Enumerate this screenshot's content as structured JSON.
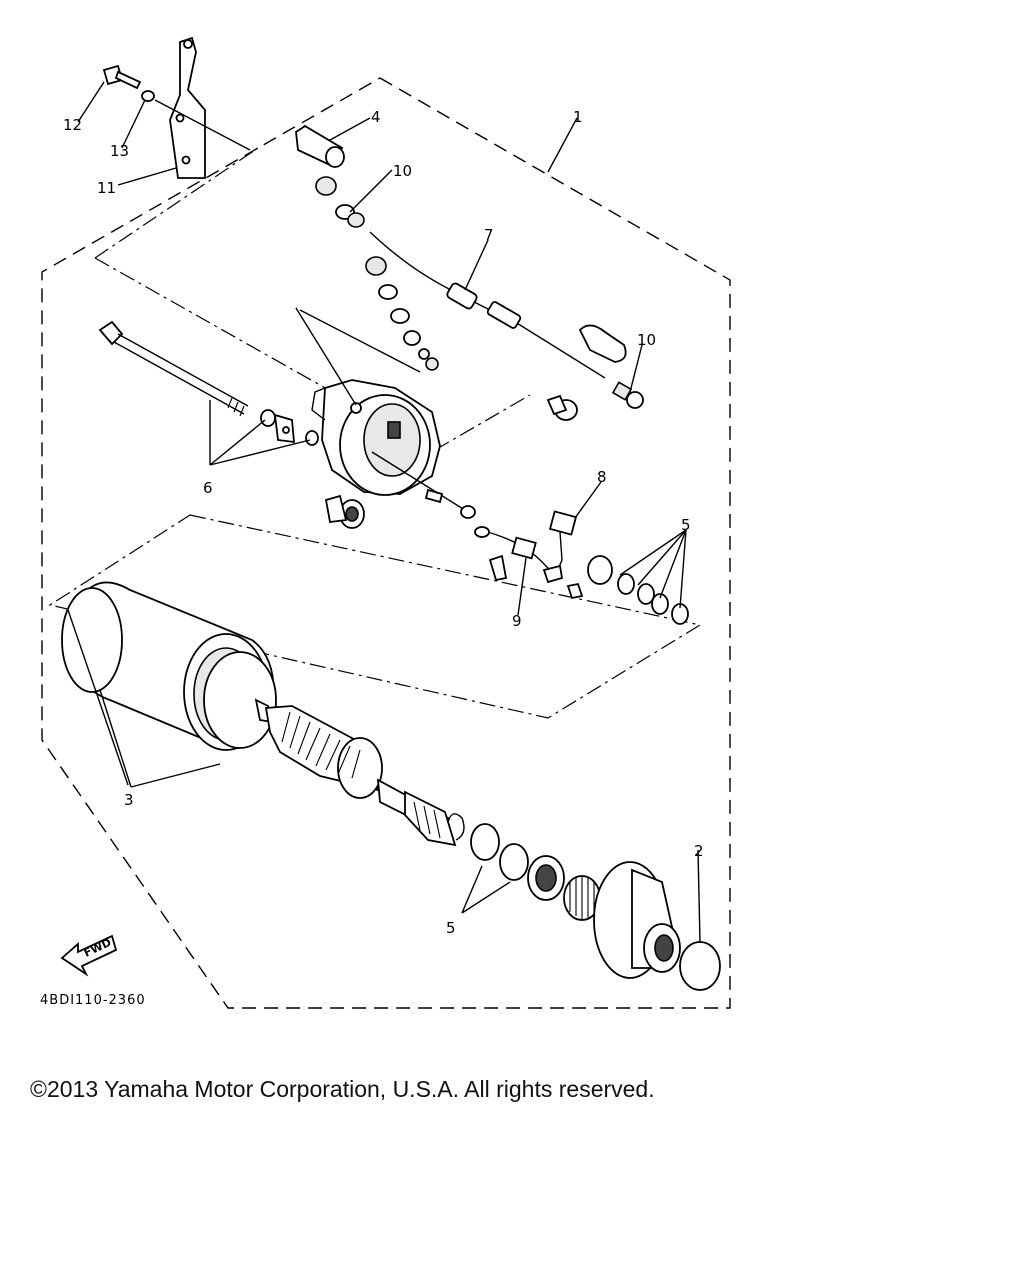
{
  "diagram": {
    "callouts": [
      "1",
      "2",
      "3",
      "4",
      "5",
      "5",
      "6",
      "7",
      "8",
      "9",
      "10",
      "10",
      "11",
      "12",
      "13"
    ],
    "reference_code": "4BDI110-2360",
    "direction_label": "FWD"
  },
  "footer": {
    "copyright": "©2013 Yamaha Motor Corporation, U.S.A. All rights reserved."
  }
}
